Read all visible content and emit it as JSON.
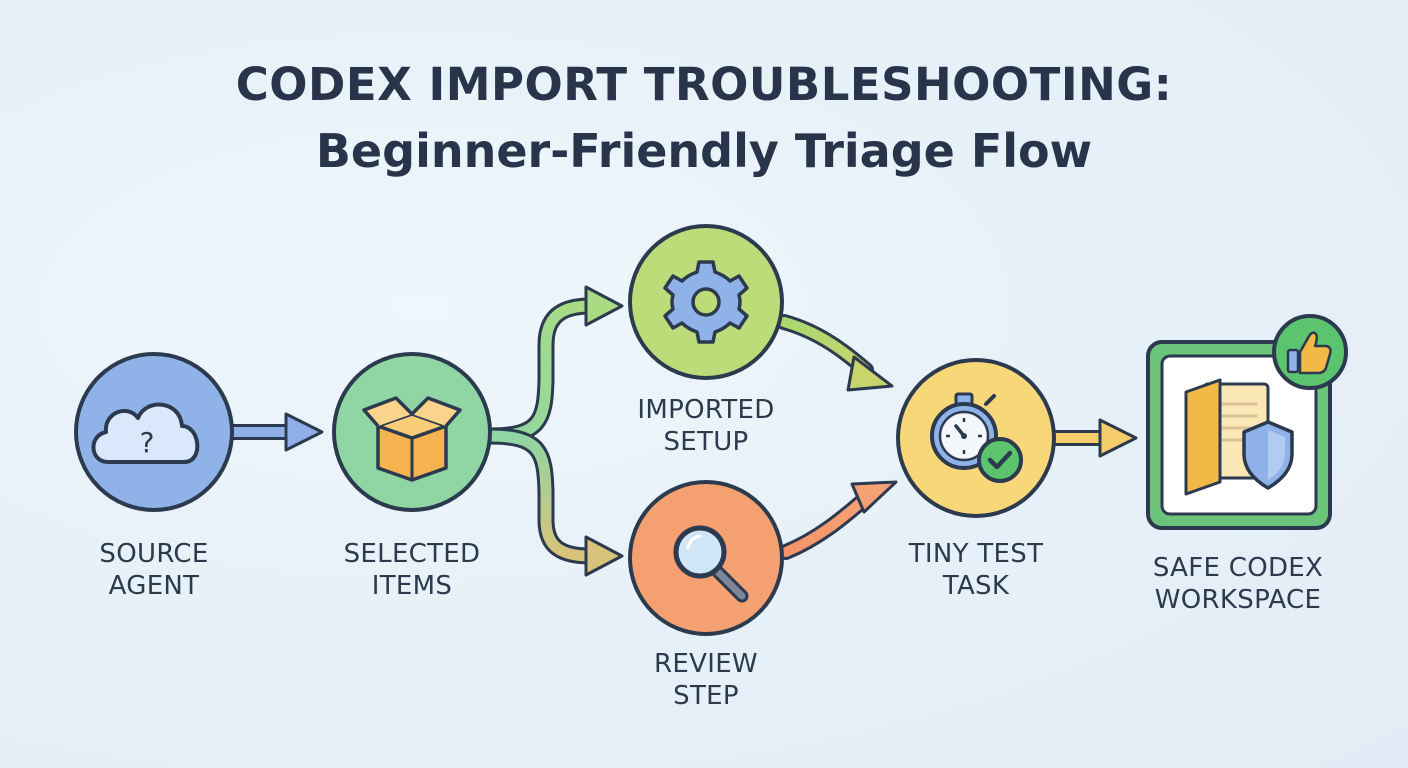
{
  "title": {
    "line1": "CODEX IMPORT TROUBLESHOOTING:",
    "line2": "Beginner-Friendly Triage Flow"
  },
  "nodes": {
    "source_agent": {
      "line1": "SOURCE",
      "line2": "AGENT",
      "icon": "cloud-question-icon",
      "color": "#8fb3e8"
    },
    "selected_items": {
      "line1": "SELECTED",
      "line2": "ITEMS",
      "icon": "box-icon",
      "color": "#8fd6a4"
    },
    "imported_setup": {
      "line1": "IMPORTED",
      "line2": "SETUP",
      "icon": "gear-icon",
      "color": "#bcdc7a"
    },
    "review_step": {
      "line1": "REVIEW",
      "line2": "STEP",
      "icon": "magnifier-icon",
      "color": "#f4a070"
    },
    "tiny_test_task": {
      "line1": "TINY TEST",
      "line2": "TASK",
      "icon": "stopwatch-check-icon",
      "color": "#f7d778"
    },
    "safe_codex_workspace": {
      "line1": "SAFE CODEX",
      "line2": "WORKSPACE",
      "icon": "folder-shield-icon",
      "color": "#6cc47a"
    }
  },
  "badges": {
    "thumbs_up": "thumbs-up-icon"
  },
  "colors": {
    "outline": "#2c3a4f",
    "arrow_blue": "#8fb0e6",
    "arrow_green": "#9ed488",
    "arrow_orange": "#f4a070",
    "arrow_yellow": "#f5cd6a"
  }
}
